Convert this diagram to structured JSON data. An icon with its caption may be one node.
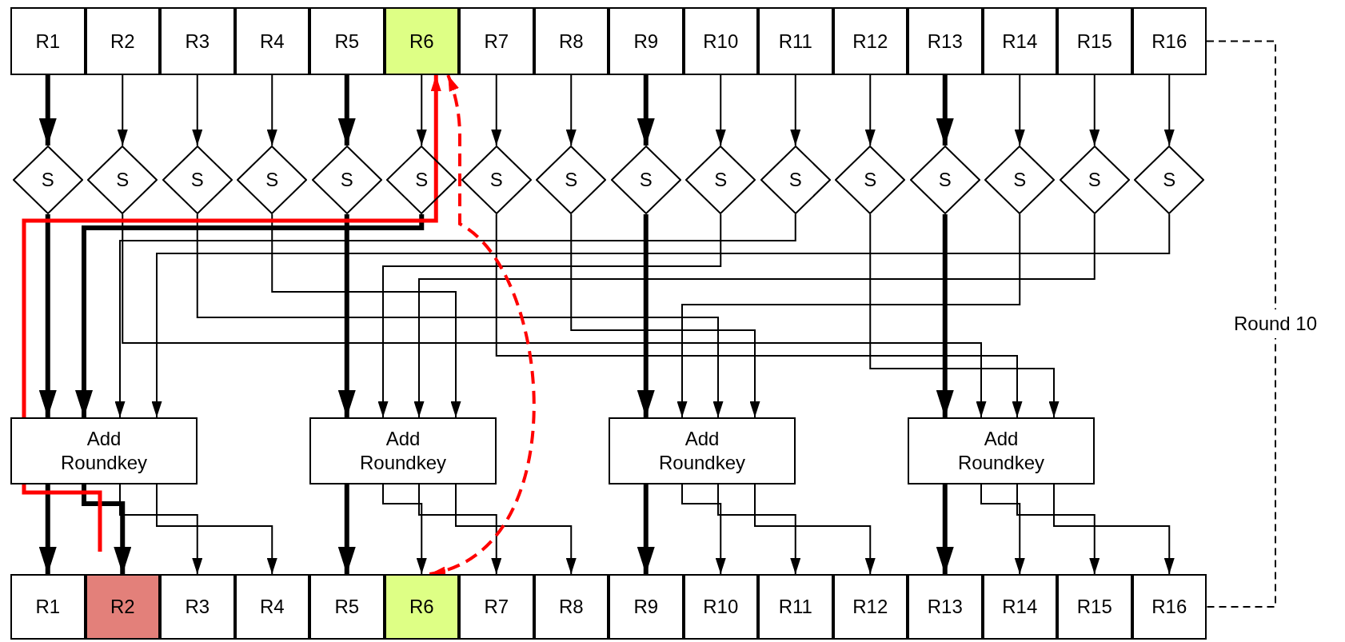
{
  "diagram": {
    "nodes": [
      {
        "text": [
          "R1"
        ]
      },
      {
        "text": [
          "R2"
        ]
      },
      {
        "text": [
          "R3"
        ]
      },
      {
        "text": [
          "R4"
        ]
      },
      {
        "text": [
          "R5"
        ]
      },
      {
        "text": [
          "R6"
        ]
      },
      {
        "text": [
          "R7"
        ]
      },
      {
        "text": [
          "R8"
        ]
      },
      {
        "text": [
          "R9"
        ]
      },
      {
        "text": [
          "R10"
        ]
      },
      {
        "text": [
          "R11"
        ]
      },
      {
        "text": [
          "R12"
        ]
      },
      {
        "text": [
          "R13"
        ]
      },
      {
        "text": [
          "R14"
        ]
      },
      {
        "text": [
          "R15"
        ]
      },
      {
        "text": [
          "R16"
        ]
      },
      {
        "text": [
          "S"
        ]
      },
      {
        "text": [
          "S"
        ]
      },
      {
        "text": [
          "S"
        ]
      },
      {
        "text": [
          "S"
        ]
      },
      {
        "text": [
          "S"
        ]
      },
      {
        "text": [
          "S"
        ]
      },
      {
        "text": [
          "S"
        ]
      },
      {
        "text": [
          "S"
        ]
      },
      {
        "text": [
          "S"
        ]
      },
      {
        "text": [
          "S"
        ]
      },
      {
        "text": [
          "S"
        ]
      },
      {
        "text": [
          "S"
        ]
      },
      {
        "text": [
          "S"
        ]
      },
      {
        "text": [
          "S"
        ]
      },
      {
        "text": [
          "S"
        ]
      },
      {
        "text": [
          "S"
        ]
      },
      {
        "text": [
          "Add Roundkey"
        ]
      },
      {
        "text": [
          "Add Roundkey"
        ]
      },
      {
        "text": [
          "Add Roundkey"
        ]
      },
      {
        "text": [
          "Add Roundkey"
        ]
      },
      {
        "text": [
          "R1"
        ]
      },
      {
        "text": [
          "R2"
        ]
      },
      {
        "text": [
          "R3"
        ]
      },
      {
        "text": [
          "R4"
        ]
      },
      {
        "text": [
          "R5"
        ]
      },
      {
        "text": [
          "R6"
        ]
      },
      {
        "text": [
          "R7"
        ]
      },
      {
        "text": [
          "R8"
        ]
      },
      {
        "text": [
          "R9"
        ]
      },
      {
        "text": [
          "R10"
        ]
      },
      {
        "text": [
          "R11"
        ]
      },
      {
        "text": [
          "R12"
        ]
      },
      {
        "text": [
          "R13"
        ]
      },
      {
        "text": [
          "R14"
        ]
      },
      {
        "text": [
          "R15"
        ]
      },
      {
        "text": [
          "R16"
        ]
      }
    ],
    "edges": [
      {
        "from": 0,
        "to": 16,
        "arrow": "to",
        "style": "thick"
      },
      {
        "from": 1,
        "to": 17,
        "arrow": "to"
      },
      {
        "from": 2,
        "to": 18,
        "arrow": "to"
      },
      {
        "from": 3,
        "to": 19,
        "arrow": "to"
      },
      {
        "from": 4,
        "to": 20,
        "arrow": "to",
        "style": "thick"
      },
      {
        "from": 5,
        "to": 21,
        "arrow": "to"
      },
      {
        "from": 6,
        "to": 22,
        "arrow": "to"
      },
      {
        "from": 7,
        "to": 23,
        "arrow": "to"
      },
      {
        "from": 8,
        "to": 24,
        "arrow": "to",
        "style": "thick"
      },
      {
        "from": 9,
        "to": 25,
        "arrow": "to"
      },
      {
        "from": 10,
        "to": 26,
        "arrow": "to"
      },
      {
        "from": 11,
        "to": 27,
        "arrow": "to"
      },
      {
        "from": 12,
        "to": 28,
        "arrow": "to",
        "style": "thick"
      },
      {
        "from": 13,
        "to": 29,
        "arrow": "to"
      },
      {
        "from": 14,
        "to": 30,
        "arrow": "to"
      },
      {
        "from": 15,
        "to": 31,
        "arrow": "to"
      },
      {
        "from": 16,
        "to": 32,
        "arrow": "to",
        "style": "thick"
      },
      {
        "from": 21,
        "to": 32,
        "arrow": "to",
        "style": "thick"
      },
      {
        "from": 26,
        "to": 32,
        "arrow": "to"
      },
      {
        "from": 31,
        "to": 32,
        "arrow": "to"
      },
      {
        "from": 20,
        "to": 33,
        "arrow": "to",
        "style": "thick"
      },
      {
        "from": 25,
        "to": 33,
        "arrow": "to"
      },
      {
        "from": 30,
        "to": 33,
        "arrow": "to"
      },
      {
        "from": 19,
        "to": 33,
        "arrow": "to"
      },
      {
        "from": 24,
        "to": 34,
        "arrow": "to",
        "style": "thick"
      },
      {
        "from": 29,
        "to": 34,
        "arrow": "to"
      },
      {
        "from": 18,
        "to": 34,
        "arrow": "to"
      },
      {
        "from": 23,
        "to": 34,
        "arrow": "to"
      },
      {
        "from": 28,
        "to": 35,
        "arrow": "to",
        "style": "thick"
      },
      {
        "from": 17,
        "to": 35,
        "arrow": "to"
      },
      {
        "from": 22,
        "to": 35,
        "arrow": "to"
      },
      {
        "from": 27,
        "to": 35,
        "arrow": "to"
      },
      {
        "from": 32,
        "to": 36,
        "arrow": "to",
        "style": "thick"
      },
      {
        "from": 32,
        "to": 37,
        "arrow": "to",
        "style": "thick"
      },
      {
        "from": 32,
        "to": 38,
        "arrow": "to"
      },
      {
        "from": 32,
        "to": 39,
        "arrow": "to"
      },
      {
        "from": 33,
        "to": 40,
        "arrow": "to",
        "style": "thick"
      },
      {
        "from": 33,
        "to": 41,
        "arrow": "to"
      },
      {
        "from": 33,
        "to": 42,
        "arrow": "to"
      },
      {
        "from": 33,
        "to": 43,
        "arrow": "to"
      },
      {
        "from": 34,
        "to": 44,
        "arrow": "to",
        "style": "thick"
      },
      {
        "from": 34,
        "to": 45,
        "arrow": "to"
      },
      {
        "from": 34,
        "to": 46,
        "arrow": "to"
      },
      {
        "from": 34,
        "to": 47,
        "arrow": "to"
      },
      {
        "from": 35,
        "to": 48,
        "arrow": "to",
        "style": "thick"
      },
      {
        "from": 35,
        "to": 49,
        "arrow": "to"
      },
      {
        "from": 35,
        "to": 50,
        "arrow": "to"
      },
      {
        "from": 35,
        "to": 51,
        "arrow": "to"
      },
      {
        "from": null,
        "to": 5,
        "arrow": "to",
        "style": "thick",
        "color": "#ff0000"
      },
      {
        "from": 5,
        "to": 41,
        "arrow": "both",
        "style": "dashed",
        "color": "#ff0000"
      },
      {
        "from": 15,
        "to": 51,
        "arrow": "none",
        "style": "dashed",
        "label": "Round 10"
      }
    ]
  }
}
